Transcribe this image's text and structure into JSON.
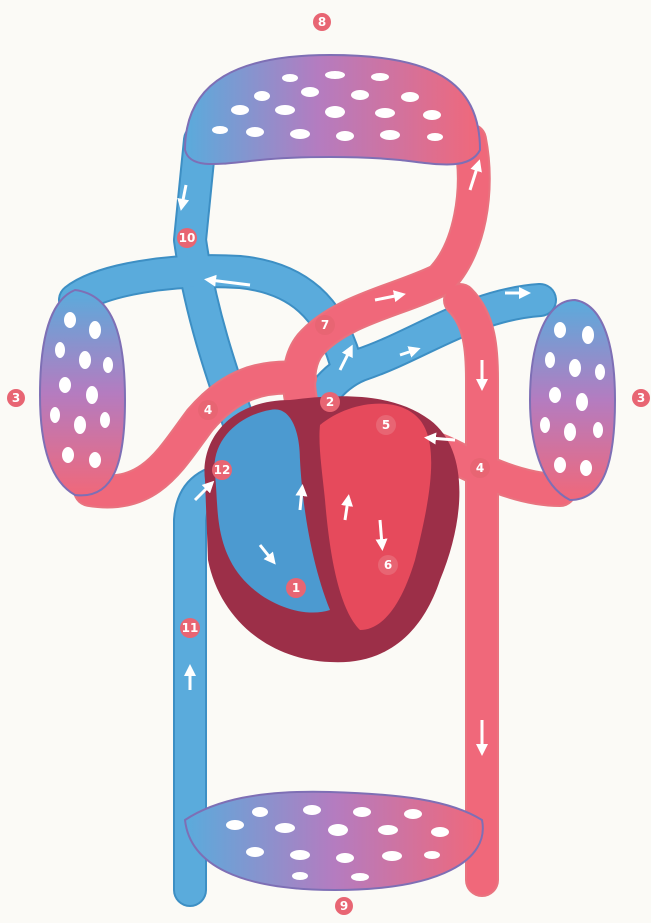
{
  "colors": {
    "background": "#fbfaf6",
    "venous_blue": "#5aabdc",
    "venous_light": "#8cc8ec",
    "arterial_red": "#f0687a",
    "arterial_light": "#f59aa6",
    "capillary_purple": "#b47cc0",
    "heart_dark": "#9c2f48",
    "heart_red": "#e64a5c",
    "heart_blue": "#4c9ad0",
    "outline": "#e9737f",
    "label_fill": "#e86573",
    "label_text": "#ffffff"
  },
  "labels": {
    "n1": "1",
    "n2": "2",
    "n3_left": "3",
    "n3_right": "3",
    "n4_left": "4",
    "n4_right": "4",
    "n5": "5",
    "n6": "6",
    "n7": "7",
    "n8": "8",
    "n9": "9",
    "n10": "10",
    "n11": "11",
    "n12": "12"
  }
}
